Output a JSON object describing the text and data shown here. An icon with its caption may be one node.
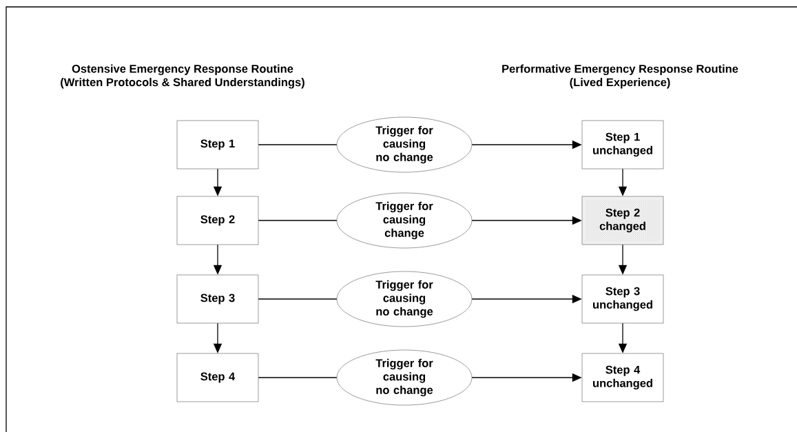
{
  "diagram": {
    "nodes": [
      {
        "text": [
          "Step 1"
        ]
      },
      {
        "text": [
          "Step 2"
        ]
      },
      {
        "text": [
          "Step 3"
        ]
      },
      {
        "text": [
          "Step 4"
        ]
      },
      {
        "text": [
          "Trigger for causing no change"
        ]
      },
      {
        "text": [
          "Trigger for causing change"
        ]
      },
      {
        "text": [
          "Trigger for causing no change"
        ]
      },
      {
        "text": [
          "Trigger for causing no change"
        ]
      },
      {
        "text": [
          "Step 1 unchanged"
        ]
      },
      {
        "text": [
          "Step 2 changed"
        ]
      },
      {
        "text": [
          "Step 3 unchanged"
        ]
      },
      {
        "text": [
          "Step 4 unchanged"
        ]
      }
    ],
    "edges": [
      {
        "from": 0,
        "to": 4,
        "arrow": "none"
      },
      {
        "from": 4,
        "to": 8,
        "arrow": "to"
      },
      {
        "from": 1,
        "to": 5,
        "arrow": "none"
      },
      {
        "from": 5,
        "to": 9,
        "arrow": "to"
      },
      {
        "from": 2,
        "to": 6,
        "arrow": "none"
      },
      {
        "from": 6,
        "to": 10,
        "arrow": "to"
      },
      {
        "from": 3,
        "to": 7,
        "arrow": "none"
      },
      {
        "from": 7,
        "to": 11,
        "arrow": "to"
      },
      {
        "from": 0,
        "to": 1,
        "arrow": "to"
      },
      {
        "from": 1,
        "to": 2,
        "arrow": "to"
      },
      {
        "from": 2,
        "to": 3,
        "arrow": "to"
      },
      {
        "from": 8,
        "to": 9,
        "arrow": "to"
      },
      {
        "from": 9,
        "to": 10,
        "arrow": "to"
      },
      {
        "from": 10,
        "to": 11,
        "arrow": "to"
      }
    ],
    "labels": [
      "Ostensive Emergency Response Routine (Written Protocols & Shared Understandings)",
      "Performative Emergency Response Routine (Lived Experience)"
    ]
  }
}
